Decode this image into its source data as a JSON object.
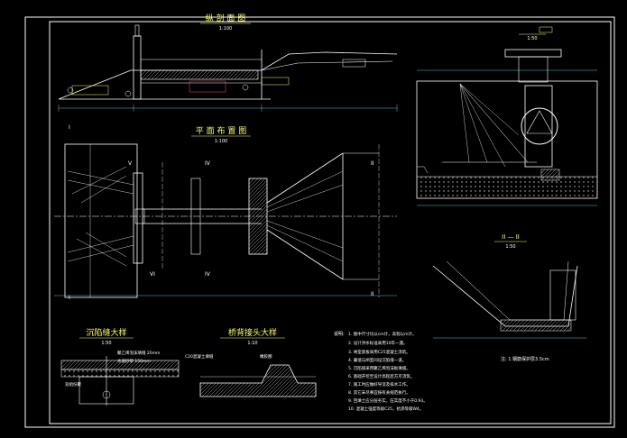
{
  "titles": {
    "profile": "纵 剖 面 图",
    "profile_scale": "1:100",
    "plan": "平 面 布 置 图",
    "plan_scale": "1:100",
    "section_1": "1:50",
    "section_2_name": "II — II",
    "section_2_scale": "1:50",
    "joint_detail": "沉陷缝大样",
    "joint_scale": "1:50",
    "bridge_head": "桥背接头大样",
    "bridge_scale": "1:10"
  },
  "labels": {
    "roman_I": "I",
    "roman_II": "II",
    "roman_IV": "IV",
    "roman_V": "V",
    "roman_VI": "VI",
    "joint_note_1": "聚乙烯泡沫填缝 20mm",
    "joint_note_2": "水泥砂浆 150mm",
    "joint_note_3": "双组份聚",
    "bridge_note_1": "C20混凝土填缝",
    "bridge_note_2": "橡胶圈",
    "section_note": "注: 1.钢筋保护层3.5cm"
  },
  "notes": {
    "heading": "说明:",
    "items": [
      "1. 图中尺寸均以cm计，高程以m计。",
      "2. 设计洪水标准采用10年一遇。",
      "3. 闸室底板采用C25混凝土浇筑。",
      "4. 翼墙与闸室间设沉陷缝一道。",
      "5. 沉陷缝采用聚乙烯泡沫板填缝。",
      "6. 基础开挖至设计高程后方可浇筑。",
      "7. 施工时应做好导流及排水工作。",
      "8. 其它未尽事宜按有关规范执行。",
      "9. 回填土应分层夯实，压实度不小于0.93。",
      "10. 混凝土强度等级C25，抗渗等级W4。"
    ]
  },
  "colors": {
    "line": "#ffffff",
    "accent": "#ffff66",
    "dim": "#66ffff",
    "fill": "#cccccc",
    "red": "#ff5555"
  }
}
